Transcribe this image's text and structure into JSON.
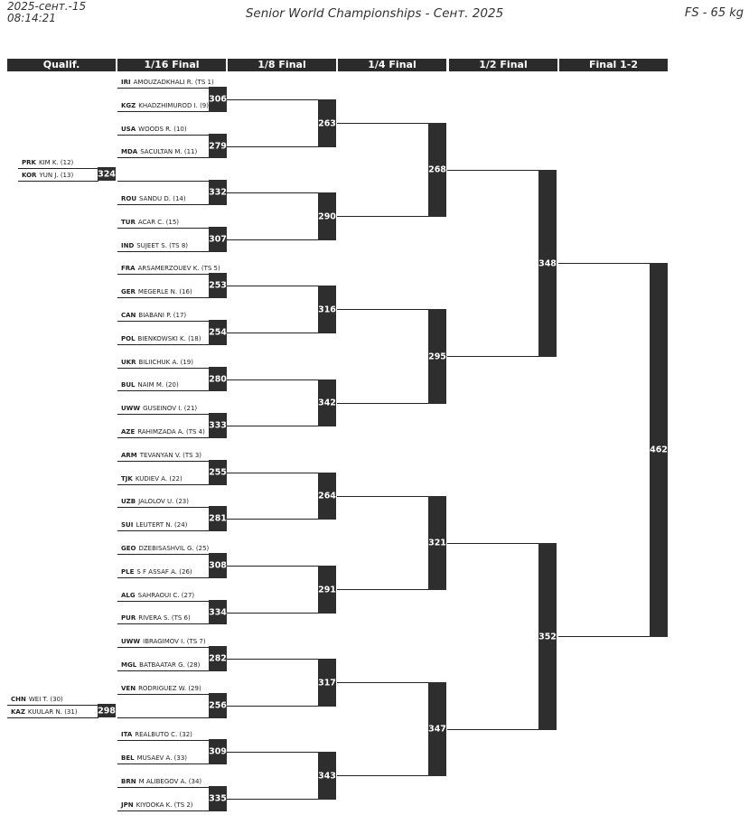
{
  "header": {
    "date": "2025-сент.-15",
    "time": "08:14:21",
    "title": "Senior World Championships - Сент. 2025",
    "weight": "FS - 65 kg"
  },
  "rounds": [
    "Qualif.",
    "1/16 Final",
    "1/8 Final",
    "1/4 Final",
    "1/2 Final",
    "Final 1-2"
  ],
  "qualif": [
    {
      "a": {
        "country": "PRK",
        "name": "KIM K. (12)"
      },
      "b": {
        "country": "KOR",
        "name": "YUN J. (13)"
      },
      "bout": "324"
    },
    {
      "a": {
        "country": "CHN",
        "name": "WEI T. (30)"
      },
      "b": {
        "country": "KAZ",
        "name": "KUULAR N. (31)"
      },
      "bout": "298"
    }
  ],
  "r32": [
    {
      "a": {
        "country": "IRI",
        "name": "AMOUZADKHALI R. (TS 1)"
      },
      "b": {
        "country": "KGZ",
        "name": "KHADZHIMUROD I. (9)"
      },
      "bout": "306"
    },
    {
      "a": {
        "country": "USA",
        "name": "WOODS R. (10)"
      },
      "b": {
        "country": "MDA",
        "name": "SACULTAN M. (11)"
      },
      "bout": "279"
    },
    {
      "a": {
        "country": "",
        "name": ""
      },
      "b": {
        "country": "ROU",
        "name": "SANDU D. (14)"
      },
      "bout": "332"
    },
    {
      "a": {
        "country": "TUR",
        "name": "ACAR C. (15)"
      },
      "b": {
        "country": "IND",
        "name": "SUJEET S. (TS 8)"
      },
      "bout": "307"
    },
    {
      "a": {
        "country": "FRA",
        "name": "ARSAMERZOUEV K. (TS 5)"
      },
      "b": {
        "country": "GER",
        "name": "MEGERLE N. (16)"
      },
      "bout": "253"
    },
    {
      "a": {
        "country": "CAN",
        "name": "BIABANI P. (17)"
      },
      "b": {
        "country": "POL",
        "name": "BIENKOWSKI K. (18)"
      },
      "bout": "254"
    },
    {
      "a": {
        "country": "UKR",
        "name": "BILIICHUK A. (19)"
      },
      "b": {
        "country": "BUL",
        "name": "NAIM M. (20)"
      },
      "bout": "280"
    },
    {
      "a": {
        "country": "UWW",
        "name": "GUSEINOV I. (21)"
      },
      "b": {
        "country": "AZE",
        "name": "RAHIMZADA A. (TS 4)"
      },
      "bout": "333"
    },
    {
      "a": {
        "country": "ARM",
        "name": "TEVANYAN V. (TS 3)"
      },
      "b": {
        "country": "TJK",
        "name": "KUDIEV A. (22)"
      },
      "bout": "255"
    },
    {
      "a": {
        "country": "UZB",
        "name": "JALOLOV U. (23)"
      },
      "b": {
        "country": "SUI",
        "name": "LEUTERT N. (24)"
      },
      "bout": "281"
    },
    {
      "a": {
        "country": "GEO",
        "name": "DZEBISASHVIL G. (25)"
      },
      "b": {
        "country": "PLE",
        "name": "S F ASSAF A. (26)"
      },
      "bout": "308"
    },
    {
      "a": {
        "country": "ALG",
        "name": "SAHRAOUI C. (27)"
      },
      "b": {
        "country": "PUR",
        "name": "RIVERA S. (TS 6)"
      },
      "bout": "334"
    },
    {
      "a": {
        "country": "UWW",
        "name": "IBRAGIMOV I. (TS 7)"
      },
      "b": {
        "country": "MGL",
        "name": "BATBAATAR G. (28)"
      },
      "bout": "282"
    },
    {
      "a": {
        "country": "VEN",
        "name": "RODRIGUEZ W. (29)"
      },
      "b": {
        "country": "",
        "name": ""
      },
      "bout": "256"
    },
    {
      "a": {
        "country": "ITA",
        "name": "REALBUTO C. (32)"
      },
      "b": {
        "country": "BEL",
        "name": "MUSAEV A. (33)"
      },
      "bout": "309"
    },
    {
      "a": {
        "country": "BRN",
        "name": "M ALIBEGOV A. (34)"
      },
      "b": {
        "country": "JPN",
        "name": "KIYOOKA K. (TS 2)"
      },
      "bout": "335"
    }
  ],
  "r16": [
    "263",
    "290",
    "316",
    "342",
    "264",
    "291",
    "317",
    "343"
  ],
  "qf": [
    "268",
    "295",
    "321",
    "347"
  ],
  "sf": [
    "348",
    "352"
  ],
  "final": [
    "462"
  ]
}
